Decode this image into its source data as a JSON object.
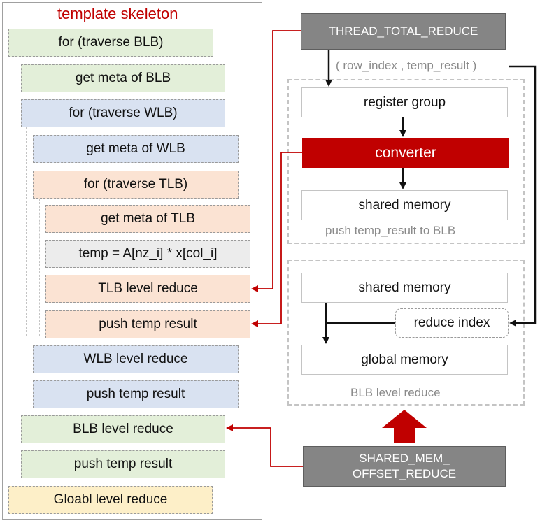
{
  "skeleton": {
    "title": "template skeleton",
    "items": [
      "for (traverse BLB)",
      "get meta of BLB",
      "for (traverse WLB)",
      "get meta of WLB",
      "for (traverse TLB)",
      "get meta of TLB",
      "temp = A[nz_i] * x[col_i]",
      "TLB level reduce",
      "push temp result",
      "WLB level reduce",
      "push temp result",
      "BLB level reduce",
      "push temp result",
      "Gloabl level reduce"
    ]
  },
  "right": {
    "thread_total_reduce": "THREAD_TOTAL_REDUCE",
    "params_label": "( row_index , temp_result )",
    "register_group": "register group",
    "converter": "converter",
    "shared_memory_top": "shared memory",
    "push_caption": "push temp_result to BLB",
    "shared_memory_bottom": "shared memory",
    "reduce_index": "reduce index",
    "global_memory": "global memory",
    "blb_caption": "BLB level reduce",
    "shared_mem_offset_line1": "SHARED_MEM_",
    "shared_mem_offset_line2": "OFFSET_REDUCE"
  },
  "colors": {
    "accent_red": "#c00000",
    "green_fill": "#e3efd9",
    "blue_fill": "#d9e2f1",
    "peach_fill": "#fbe3d3",
    "gray_fill": "#ececec",
    "yellow_fill": "#fdefc8",
    "dark_box": "#858585"
  }
}
